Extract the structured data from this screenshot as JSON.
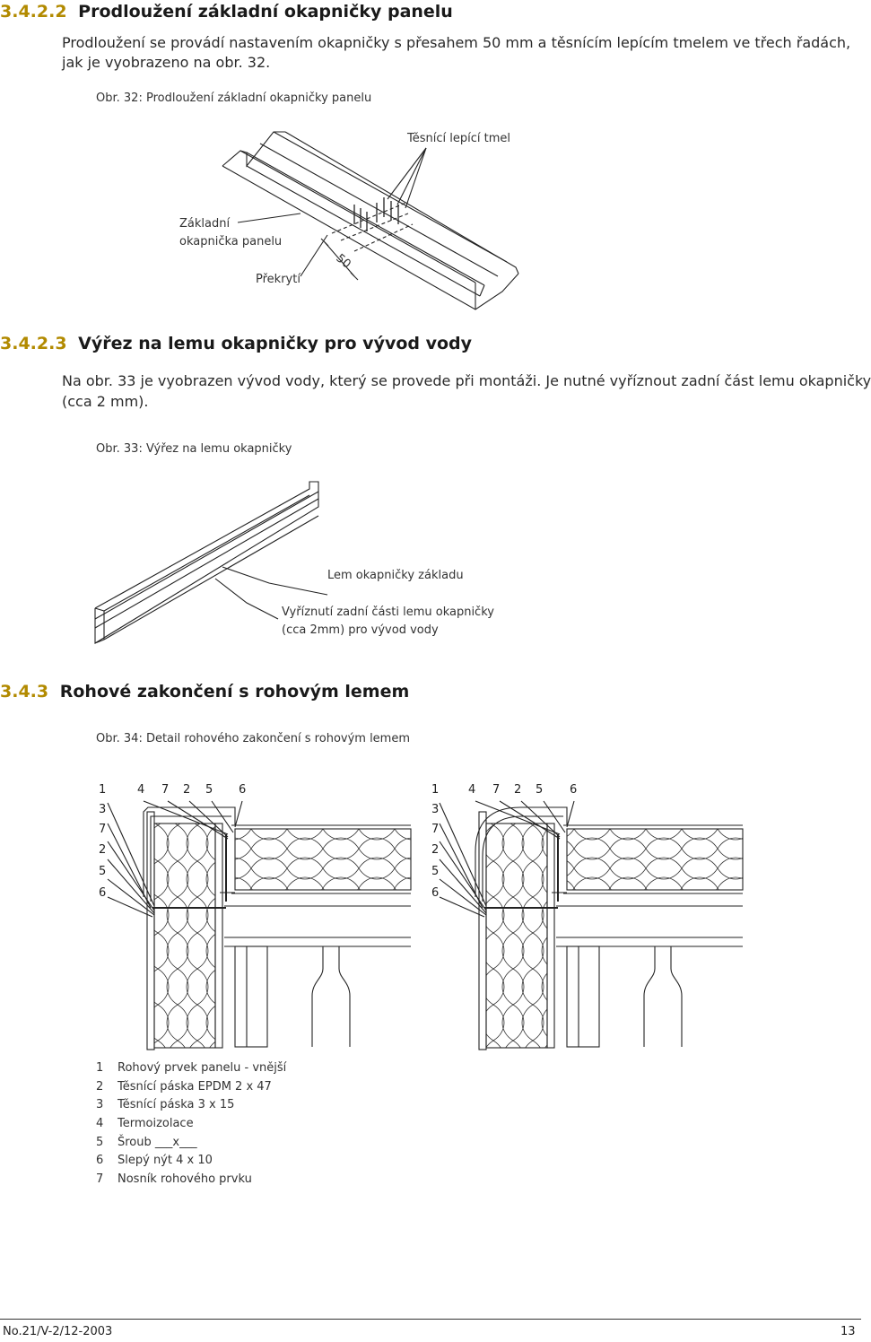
{
  "s1": {
    "num": "3.4.2.2",
    "title": "Prodloužení základní okapničky panelu",
    "para_l1": "Prodloužení se provádí nastavením okapničky s přesahem 50 mm a těsnícím lepícím tmelem ve třech řadách,",
    "para_l2": "jak je vyobrazeno na obr. 32.",
    "caption": "Obr. 32: Prodloužení základní okapničky panelu",
    "label_tmel": "Těsnící lepící tmel",
    "label_zakl_1": "Základní",
    "label_zakl_2": "okapnička panelu",
    "label_prekryti": "Překrytí",
    "dim_50": "50"
  },
  "s2": {
    "num": "3.4.2.3",
    "title": "Výřez na lemu okapničky pro vývod vody",
    "para_l1": "Na obr. 33 je vyobrazen vývod vody, který se provede při montáži. Je nutné vyříznout zadní část lemu okapničky",
    "para_l2": "(cca 2 mm).",
    "caption": "Obr. 33: Výřez na lemu okapničky",
    "label_lem": "Lem okapničky základu",
    "label_vyr_1": "Vyříznutí zadní části lemu okapničky",
    "label_vyr_2": "(cca 2mm) pro vývod vody"
  },
  "s3": {
    "num": "3.4.3",
    "title": "Rohové zakončení s rohovým lemem",
    "caption": "Obr. 34: Detail rohového zakončení s rohovým lemem",
    "callouts_top": [
      "1",
      "4",
      "7",
      "2",
      "5",
      "6"
    ],
    "callouts_left": [
      "3",
      "7",
      "2",
      "5",
      "6"
    ],
    "legend": [
      {
        "n": "1",
        "t": "Rohový prvek panelu - vnější"
      },
      {
        "n": "2",
        "t": "Těsnící  páska EPDM 2 x 47"
      },
      {
        "n": "3",
        "t": "Těsnící páska 3 x 15"
      },
      {
        "n": "4",
        "t": "Termoizolace"
      },
      {
        "n": "5",
        "t": "Šroub ___x___"
      },
      {
        "n": "6",
        "t": "Slepý nýt 4 x 10"
      },
      {
        "n": "7",
        "t": "Nosník rohového prvku"
      }
    ]
  },
  "footer": {
    "doc": "No.21/V-2/12-2003",
    "page": "13"
  }
}
